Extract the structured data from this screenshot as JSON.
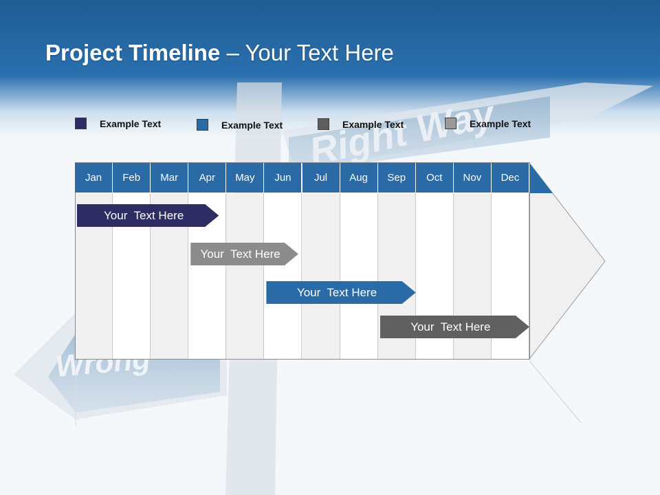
{
  "title": {
    "bold": "Project Timeline",
    "rest": " – Your Text Here"
  },
  "background_sign_text": {
    "upper": "Right Way",
    "lower": "Wrong"
  },
  "legend": [
    {
      "label": "Example Text",
      "color": "#2e2d63"
    },
    {
      "label": "Example Text",
      "color": "#2a6aa6"
    },
    {
      "label": "Example Text",
      "color": "#5e5e5e"
    },
    {
      "label": "Example Text",
      "color": "#9a9a9a"
    }
  ],
  "months": [
    "Jan",
    "Feb",
    "Mar",
    "Apr",
    "May",
    "Jun",
    "Jul",
    "Aug",
    "Sep",
    "Oct",
    "Nov",
    "Dec"
  ],
  "tasks": [
    {
      "label": "Your  Text Here",
      "start": 0,
      "end": 3.8,
      "color": "#2e2d63",
      "text_color": "#ffffff"
    },
    {
      "label": "Your  Text Here",
      "start": 3.0,
      "end": 5.9,
      "color": "#8c8c8c",
      "text_color": "#ffffff"
    },
    {
      "label": "Your  Text Here",
      "start": 5.0,
      "end": 9.0,
      "color": "#2a6aa6",
      "text_color": "#ffffff"
    },
    {
      "label": "Your  Text Here",
      "start": 8.0,
      "end": 12.0,
      "color": "#606060",
      "text_color": "#ffffff"
    }
  ],
  "colors": {
    "header_blue": "#2a6aa6",
    "column_shade": "#f0f0f0",
    "column_plain": "#ffffff"
  }
}
